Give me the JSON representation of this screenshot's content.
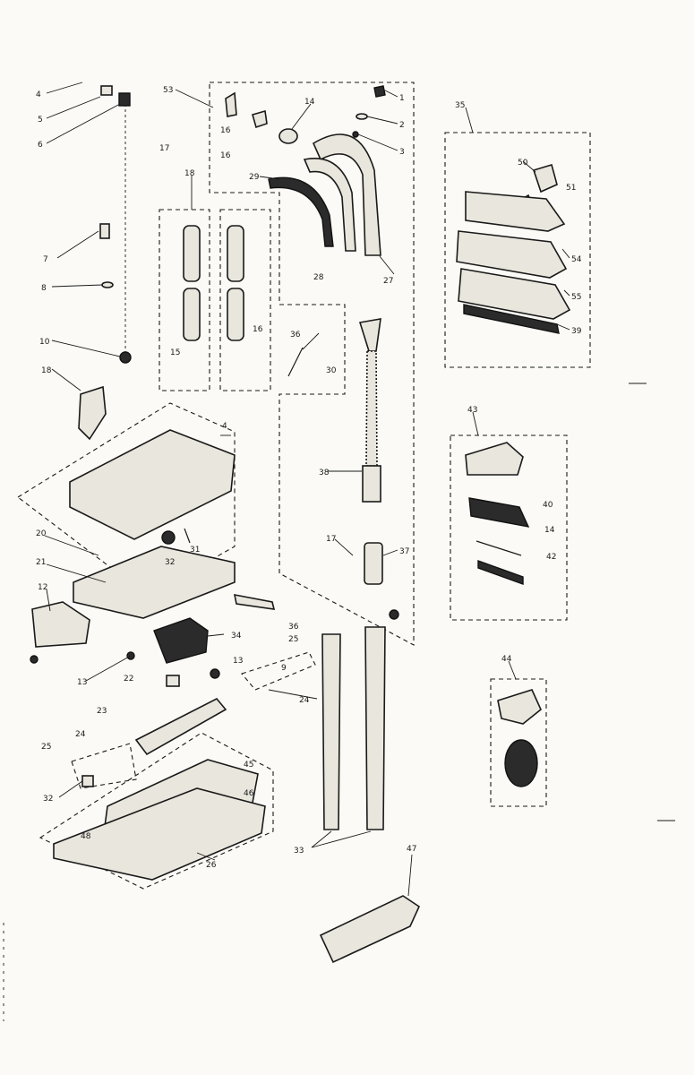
{
  "callouts": [
    {
      "id": "c4a",
      "text": "4"
    },
    {
      "id": "c5",
      "text": "5"
    },
    {
      "id": "c6",
      "text": "6"
    },
    {
      "id": "c17a",
      "text": "17"
    },
    {
      "id": "c53",
      "text": "53"
    },
    {
      "id": "c14a",
      "text": "14"
    },
    {
      "id": "c1",
      "text": "1"
    },
    {
      "id": "c2",
      "text": "2"
    },
    {
      "id": "c3",
      "text": "3"
    },
    {
      "id": "c16a",
      "text": "16"
    },
    {
      "id": "c16b",
      "text": "16"
    },
    {
      "id": "c29",
      "text": "29"
    },
    {
      "id": "c35",
      "text": "35"
    },
    {
      "id": "c50",
      "text": "50"
    },
    {
      "id": "c51",
      "text": "51"
    },
    {
      "id": "c54",
      "text": "54"
    },
    {
      "id": "c55",
      "text": "55"
    },
    {
      "id": "c39",
      "text": "39"
    },
    {
      "id": "c18a",
      "text": "18"
    },
    {
      "id": "c7",
      "text": "7"
    },
    {
      "id": "c8",
      "text": "8"
    },
    {
      "id": "c28",
      "text": "28"
    },
    {
      "id": "c27",
      "text": "27"
    },
    {
      "id": "c15",
      "text": "15"
    },
    {
      "id": "c16c",
      "text": "16"
    },
    {
      "id": "c36",
      "text": "36"
    },
    {
      "id": "c30",
      "text": "30"
    },
    {
      "id": "c10",
      "text": "10"
    },
    {
      "id": "c18b",
      "text": "18"
    },
    {
      "id": "c4b",
      "text": "4"
    },
    {
      "id": "c38",
      "text": "38"
    },
    {
      "id": "c43",
      "text": "43"
    },
    {
      "id": "c40",
      "text": "40"
    },
    {
      "id": "c14b",
      "text": "14"
    },
    {
      "id": "c42",
      "text": "42"
    },
    {
      "id": "c32a",
      "text": "32"
    },
    {
      "id": "c31",
      "text": "31"
    },
    {
      "id": "c17b",
      "text": "17"
    },
    {
      "id": "c37",
      "text": "37"
    },
    {
      "id": "c20",
      "text": "20"
    },
    {
      "id": "c21",
      "text": "21"
    },
    {
      "id": "c12",
      "text": "12"
    },
    {
      "id": "c34",
      "text": "34"
    },
    {
      "id": "c36b",
      "text": "36"
    },
    {
      "id": "c25a",
      "text": "25"
    },
    {
      "id": "c9",
      "text": "9"
    },
    {
      "id": "c13a",
      "text": "13"
    },
    {
      "id": "c13b",
      "text": "13"
    },
    {
      "id": "c22",
      "text": "22"
    },
    {
      "id": "c24a",
      "text": "24"
    },
    {
      "id": "c23",
      "text": "23"
    },
    {
      "id": "c44",
      "text": "44"
    },
    {
      "id": "c24b",
      "text": "24"
    },
    {
      "id": "c25b",
      "text": "25"
    },
    {
      "id": "c45",
      "text": "45"
    },
    {
      "id": "c46",
      "text": "46"
    },
    {
      "id": "c48",
      "text": "48"
    },
    {
      "id": "c32b",
      "text": "32"
    },
    {
      "id": "c26",
      "text": "26"
    },
    {
      "id": "c33",
      "text": "33"
    },
    {
      "id": "c47",
      "text": "47"
    }
  ]
}
